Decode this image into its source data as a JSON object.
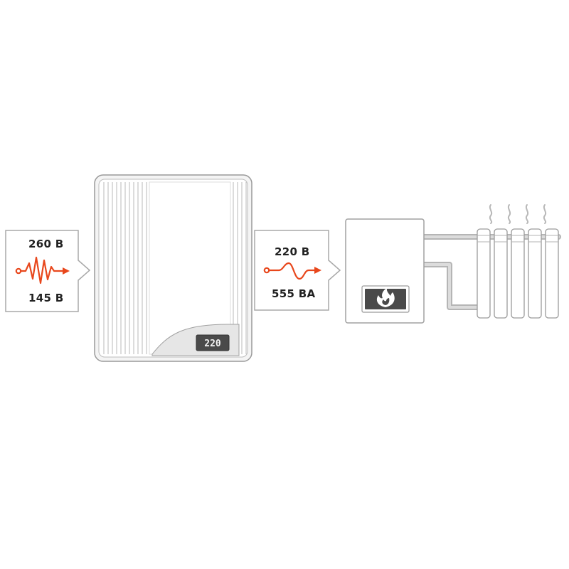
{
  "input_box": {
    "max_voltage": "260 В",
    "min_voltage": "145 В",
    "icon": "unstable-voltage-icon"
  },
  "stabilizer": {
    "display_value": "220",
    "icon": "voltage-stabilizer"
  },
  "output_box": {
    "voltage": "220 В",
    "power": "555 ВА",
    "icon": "stable-sine-wave-icon"
  },
  "boiler": {
    "icon": "flame-icon"
  },
  "radiator": {
    "icon": "radiator-icon",
    "section_count": 5
  },
  "colors": {
    "accent": "#e8471c",
    "outline": "#9a9a9a",
    "pipe": "#c8c8c8",
    "display_bg": "#4a4a4a"
  }
}
